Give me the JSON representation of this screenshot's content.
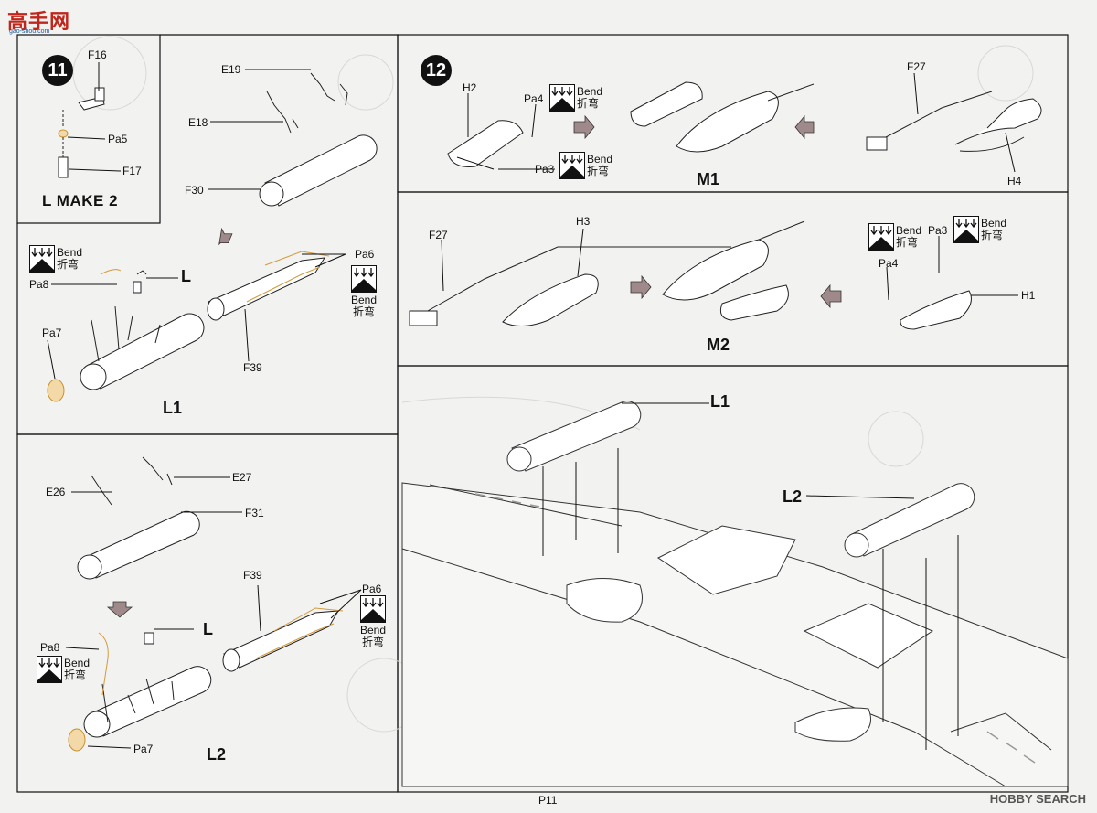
{
  "logo": {
    "text": "高手网",
    "sub": "gao-shou.com"
  },
  "watermark": "HOBBY SEARCH",
  "page_number": "P11",
  "bend": {
    "en": "Bend",
    "zh": "折弯"
  },
  "step11": {
    "number": "11",
    "make": "L  MAKE 2",
    "parts": {
      "f16": "F16",
      "pa5": "Pa5",
      "f17": "F17",
      "l": "L"
    }
  },
  "l1_panel": {
    "parts": {
      "e19": "E19",
      "e18": "E18",
      "f30": "F30",
      "pa6": "Pa6",
      "pa8": "Pa8",
      "pa7": "Pa7",
      "l": "L",
      "f39": "F39"
    },
    "title": "L1"
  },
  "l2_panel": {
    "parts": {
      "e27": "E27",
      "e26": "E26",
      "f31": "F31",
      "f39": "F39",
      "pa6": "Pa6",
      "pa8": "Pa8",
      "pa7": "Pa7",
      "l": "L"
    },
    "title": "L2"
  },
  "step12": {
    "number": "12",
    "parts": {
      "h2": "H2",
      "pa4": "Pa4",
      "pa3": "Pa3",
      "f27": "F27",
      "h4": "H4"
    },
    "title": "M1"
  },
  "m2_panel": {
    "parts": {
      "f27": "F27",
      "h3": "H3",
      "pa3": "Pa3",
      "pa4": "Pa4",
      "h1": "H1"
    },
    "title": "M2"
  },
  "wing_panel": {
    "l1": "L1",
    "l2": "L2"
  }
}
